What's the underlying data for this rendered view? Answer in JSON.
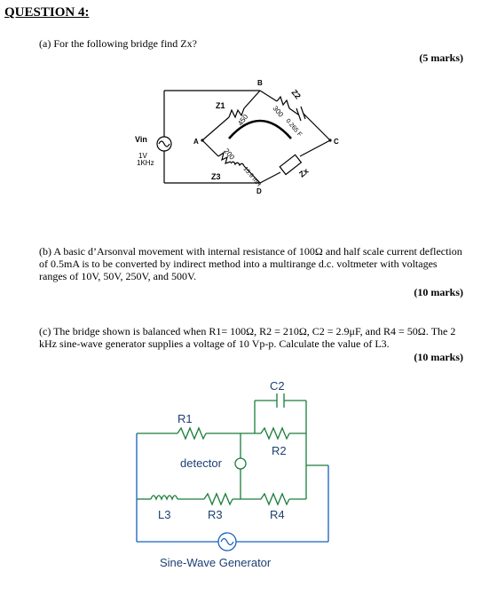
{
  "question": {
    "title": "QUESTION 4:"
  },
  "part_a": {
    "text": "(a) For the following bridge find Zx?",
    "marks": "(5 marks)",
    "circuit": {
      "node_a": "A",
      "node_b": "B",
      "node_c": "C",
      "node_d": "D",
      "z1": "Z1",
      "z1_value": "450",
      "z2": "Z2",
      "z2_value": "300",
      "z2_cap": "0.265 F",
      "z3": "Z3",
      "z3_value": "200",
      "z3_ind": "15.9 mH",
      "zx": "Zx",
      "vin": "Vin",
      "vin_amp": "1V",
      "vin_freq": "1KHz"
    }
  },
  "part_b": {
    "text": "(b) A basic d’Arsonval movement with internal resistance of 100Ω and half scale current deflection of 0.5mA is to be converted by indirect method into a multirange d.c. voltmeter with voltages ranges of 10V, 50V, 250V, and 500V.",
    "marks": "(10 marks)"
  },
  "part_c": {
    "text": "(c) The bridge shown is balanced when R1= 100Ω, R2 = 210Ω, C2 = 2.9μF, and R4 = 50Ω. The 2 kHz sine-wave generator supplies a voltage of 10 Vp-p. Calculate the value of L3.",
    "marks": "(10 marks)",
    "circuit": {
      "r1": "R1",
      "r2": "R2",
      "c2": "C2",
      "l3": "L3",
      "r3": "R3",
      "r4": "R4",
      "detector": "detector",
      "generator": "Sine-Wave Generator"
    }
  },
  "colors": {
    "wire_blue": "#1560bd",
    "wire_green": "#1a7d3a"
  }
}
